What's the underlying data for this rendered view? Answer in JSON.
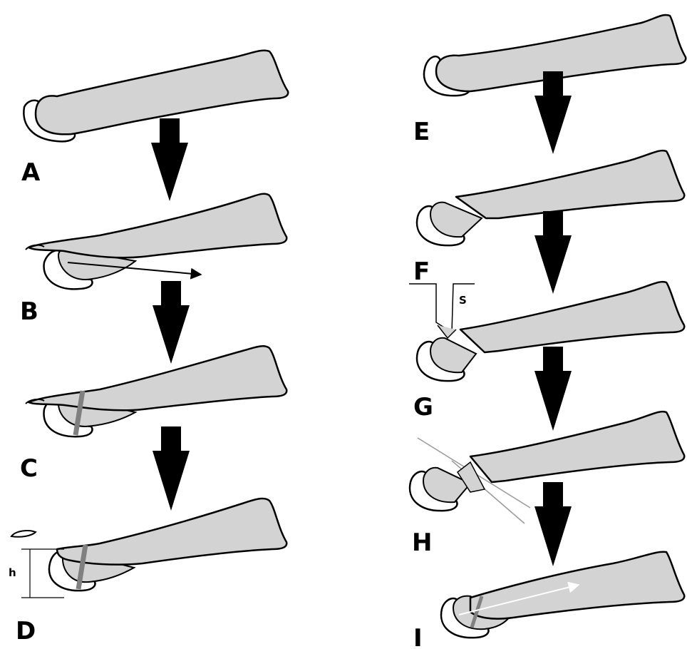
{
  "panels": {
    "A": "A",
    "B": "B",
    "C": "C",
    "D": "D",
    "E": "E",
    "F": "F",
    "G": "G",
    "H": "H",
    "I": "I"
  },
  "annotations": {
    "height": "h",
    "saw": "S"
  },
  "colors": {
    "bone": "#d3d3d3",
    "outline": "#000000",
    "graft": "#808080",
    "arrow": "#000000"
  }
}
